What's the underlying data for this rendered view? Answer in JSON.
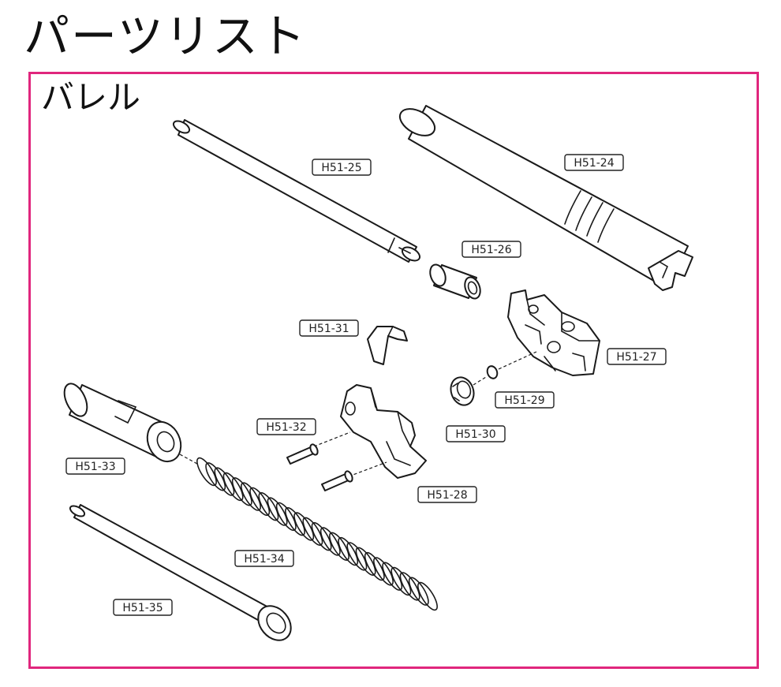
{
  "title": "パーツリスト",
  "section": {
    "title": "バレル",
    "accent_color": "#e0267d"
  },
  "parts": [
    {
      "id": "H51-24",
      "label": "H51-24"
    },
    {
      "id": "H51-25",
      "label": "H51-25"
    },
    {
      "id": "H51-26",
      "label": "H51-26"
    },
    {
      "id": "H51-27",
      "label": "H51-27"
    },
    {
      "id": "H51-28",
      "label": "H51-28"
    },
    {
      "id": "H51-29",
      "label": "H51-29"
    },
    {
      "id": "H51-30",
      "label": "H51-30"
    },
    {
      "id": "H51-31",
      "label": "H51-31"
    },
    {
      "id": "H51-32",
      "label": "H51-32"
    },
    {
      "id": "H51-33",
      "label": "H51-33"
    },
    {
      "id": "H51-34",
      "label": "H51-34"
    },
    {
      "id": "H51-35",
      "label": "H51-35"
    }
  ]
}
